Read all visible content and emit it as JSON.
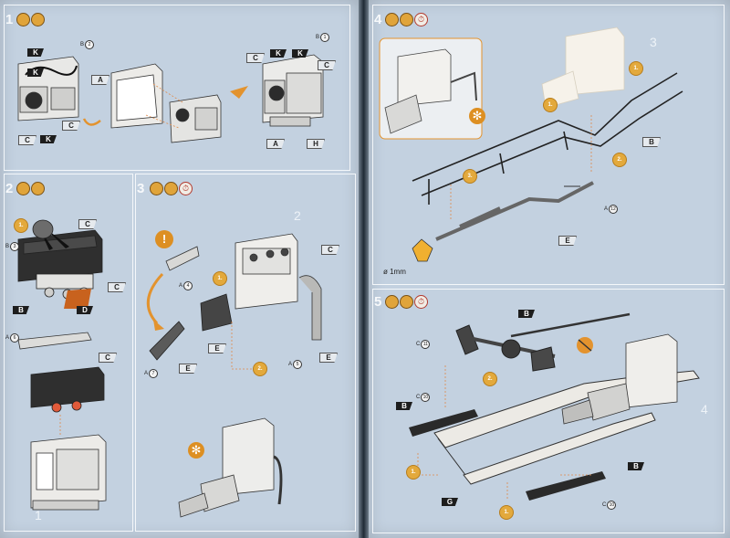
{
  "steps": {
    "s1": {
      "number": "1"
    },
    "s2": {
      "number": "2"
    },
    "s3": {
      "number": "3"
    },
    "s4": {
      "number": "4"
    },
    "s5": {
      "number": "5"
    }
  },
  "sub_steps": {
    "first": "1.",
    "second": "2.",
    "third": "3."
  },
  "assembly_numbers": {
    "a2": "2",
    "b3": "3",
    "b4": "4"
  },
  "left_footer": "1",
  "dimension": "ø 1mm",
  "glyphs": {
    "caution": "!",
    "glue": "✻",
    "clock": "⏱"
  },
  "tags": {
    "K": "K",
    "C": "C",
    "A": "A",
    "H": "H",
    "B": "B",
    "D": "D",
    "E": "E",
    "G": "G"
  },
  "refs": {
    "b1": "B",
    "n1": "1",
    "b2": "B",
    "n2": "2",
    "b3": "B",
    "n3": "3",
    "a": "A",
    "n4": "4",
    "n5": "5",
    "n6": "6",
    "n7": "7",
    "n10": "10",
    "n11": "11",
    "n12": "12",
    "c": "C"
  },
  "colors": {
    "page": "#c3d1e0",
    "accent": "#e0a43a",
    "guide_line": "#d98a4a"
  }
}
